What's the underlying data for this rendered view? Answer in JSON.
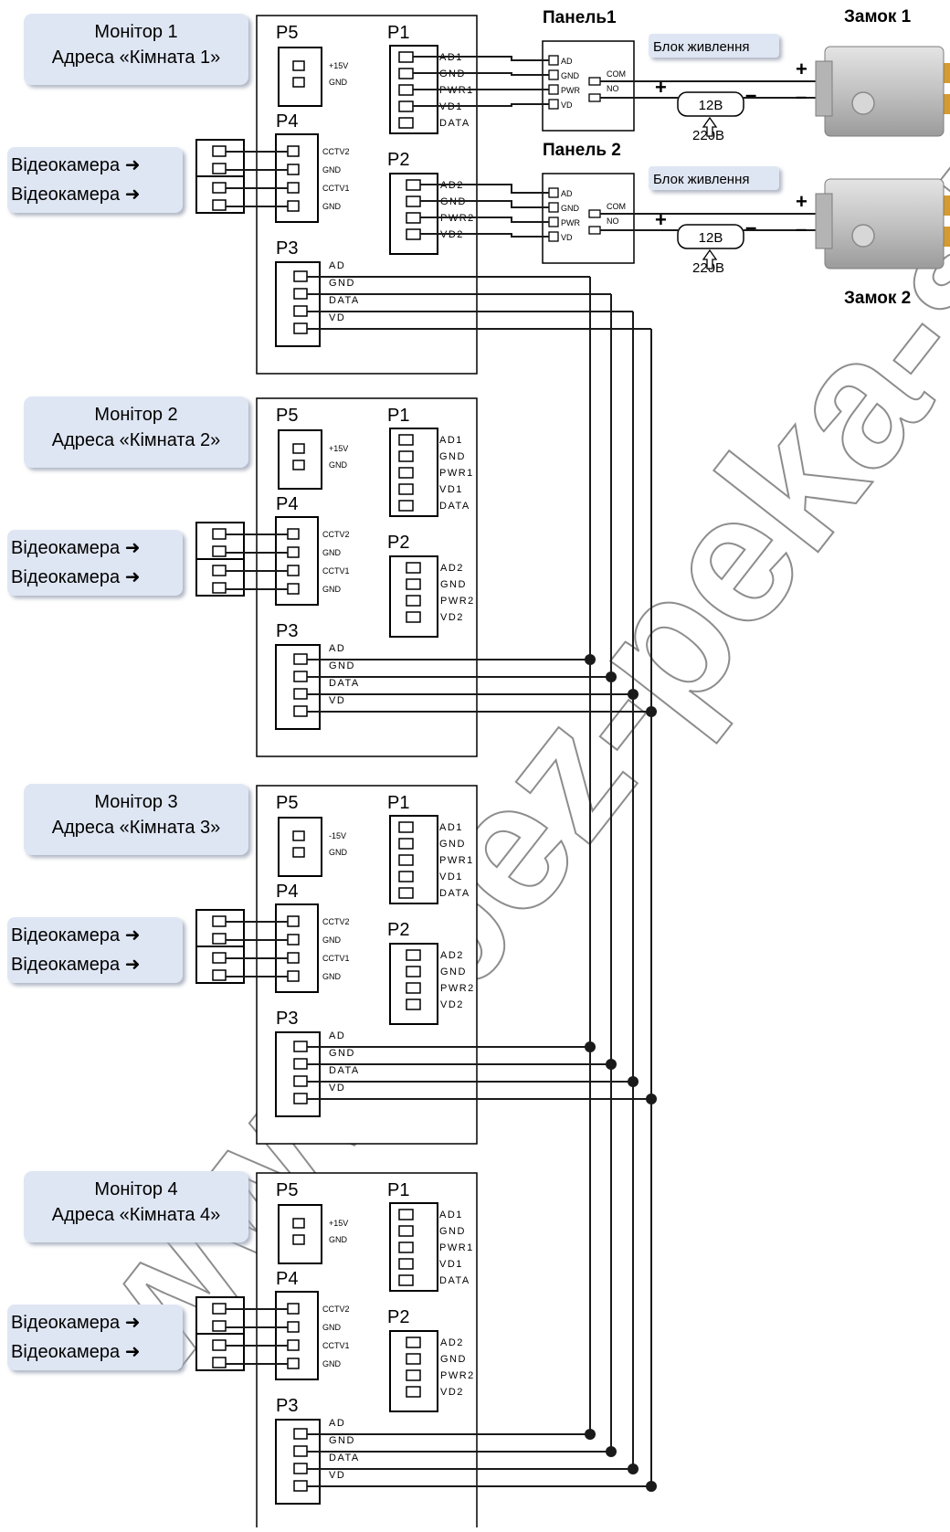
{
  "monitors": [
    {
      "name": "Монітор 1",
      "address": "Адреса «Кімната 1»"
    },
    {
      "name": "Монітор 2",
      "address": "Адреса «Кімната 2»"
    },
    {
      "name": "Монітор 3",
      "address": "Адреса «Кімната 3»"
    },
    {
      "name": "Монітор 4",
      "address": "Адреса «Кімната 4»"
    }
  ],
  "camera_label": "Відеокамера ➜",
  "ports": {
    "p1": "P1",
    "p2": "P2",
    "p3": "P3",
    "p4": "P4",
    "p5": "P5"
  },
  "pins": {
    "p5": [
      "+15V",
      "GND"
    ],
    "p5_alt": [
      "-15V",
      "GND"
    ],
    "p1": [
      "AD1",
      "GND",
      "PWR1",
      "VD1",
      "DATA"
    ],
    "p2": [
      "AD2",
      "GND",
      "PWR2",
      "VD2"
    ],
    "p4": [
      "CCTV2",
      "GND",
      "CCTV1",
      "GND"
    ],
    "p3": [
      "AD",
      "GND",
      "DATA",
      "VD"
    ]
  },
  "panels": [
    {
      "title": "Панель1",
      "pins": [
        "AD",
        "GND",
        "PWR",
        "VD"
      ],
      "relay": [
        "COM",
        "NO"
      ]
    },
    {
      "title": "Панель 2",
      "pins": [
        "AD",
        "GND",
        "PWR",
        "VD"
      ],
      "relay": [
        "COM",
        "NO"
      ]
    }
  ],
  "power_supply": {
    "label": "Блок живлення",
    "voltage": "12В",
    "mains": "220В",
    "plus": "+",
    "minus": "–"
  },
  "locks": [
    {
      "title": "Замок 1"
    },
    {
      "title": "Замок 2"
    }
  ],
  "watermark": "www.bez-peka-shop.com",
  "colors": {
    "bubble": "#dfe6f3",
    "wire": "#1a1a1a",
    "lock_body": "#c8c8c8",
    "lock_brass": "#d79a2c"
  }
}
